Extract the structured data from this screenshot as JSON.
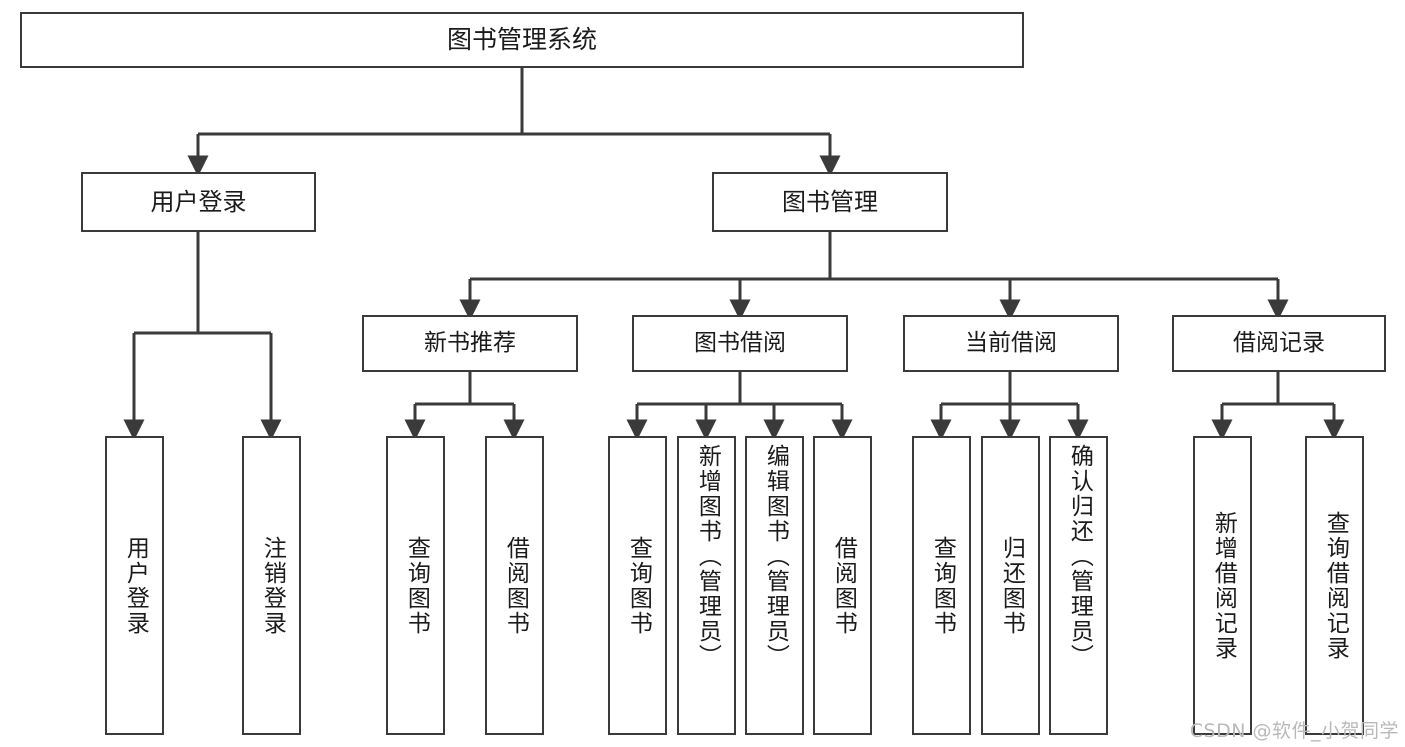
{
  "diagram": {
    "title": "图书管理系统",
    "watermark": "CSDN @软件_小贺同学",
    "root": {
      "label": "图书管理系统"
    },
    "level2": [
      {
        "label": "用户登录"
      },
      {
        "label": "图书管理"
      }
    ],
    "level3": [
      {
        "label": "新书推荐"
      },
      {
        "label": "图书借阅"
      },
      {
        "label": "当前借阅"
      },
      {
        "label": "借阅记录"
      }
    ],
    "leaves": {
      "user_login": [
        {
          "label": "用户登录"
        },
        {
          "label": "注销登录"
        }
      ],
      "new_book_recommend": [
        {
          "label": "查询图书"
        },
        {
          "label": "借阅图书"
        }
      ],
      "book_borrow": [
        {
          "label": "查询图书"
        },
        {
          "label": "新增图书（管理员）"
        },
        {
          "label": "编辑图书（管理员）"
        },
        {
          "label": "借阅图书"
        }
      ],
      "current_borrow": [
        {
          "label": "查询图书"
        },
        {
          "label": "归还图书"
        },
        {
          "label": "确认归还（管理员）"
        }
      ],
      "borrow_records": [
        {
          "label": "新增借阅记录"
        },
        {
          "label": "查询借阅记录"
        }
      ]
    },
    "colors": {
      "stroke": "#3a3a3a",
      "fill": "#ffffff",
      "text": "#1b1b1b",
      "watermark": "#b9b9b9"
    }
  }
}
